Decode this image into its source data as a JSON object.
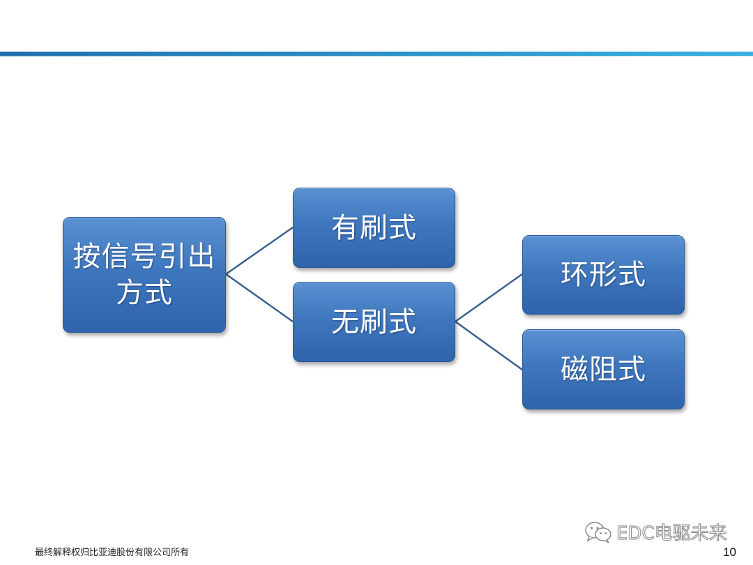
{
  "diagram": {
    "root": {
      "lines": [
        "按信号引出",
        "方式"
      ]
    },
    "level1": [
      {
        "label": "有刷式"
      },
      {
        "label": "无刷式"
      }
    ],
    "level2": [
      {
        "label": "环形式"
      },
      {
        "label": "磁阻式"
      }
    ],
    "colors": {
      "box_fill": "#3f77bf",
      "box_border": "#2a5895",
      "connector": "#3b5f8f",
      "header_rule": "#2b93c8"
    }
  },
  "footer": {
    "copyright": "最终解释权归比亚迪股份有限公司所有",
    "page_number": "10"
  },
  "watermark": {
    "icon": "wechat-icon",
    "text": "EDC电驱未来"
  }
}
